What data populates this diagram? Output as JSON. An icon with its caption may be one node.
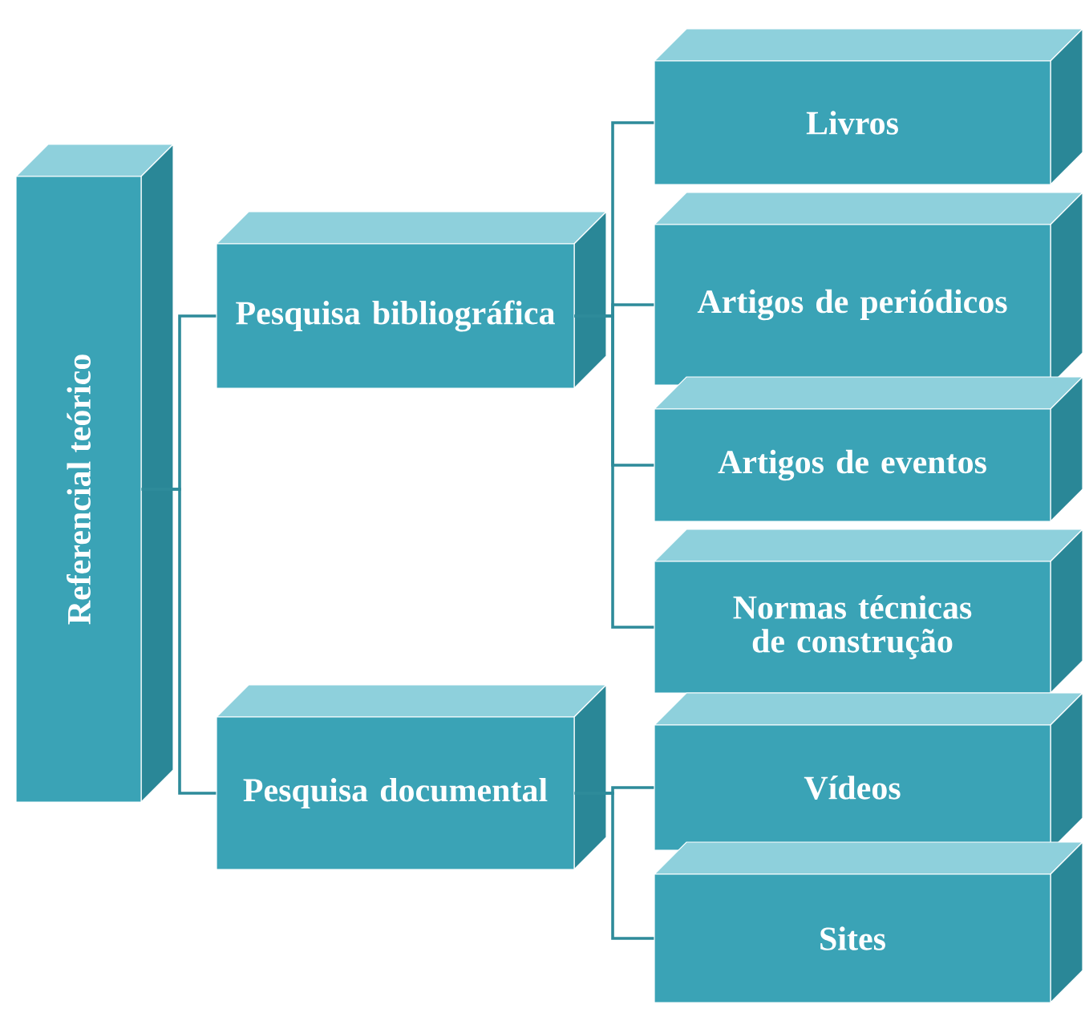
{
  "diagram": {
    "nodes": [
      {
        "text": [
          "Referencial teórico"
        ]
      },
      {
        "text": [
          "Pesquisa bibliográfica"
        ]
      },
      {
        "text": [
          "Pesquisa documental"
        ]
      },
      {
        "text": [
          "Livros"
        ]
      },
      {
        "text": [
          "Artigos de periódicos"
        ]
      },
      {
        "text": [
          "Artigos de eventos"
        ]
      },
      {
        "text": [
          "Normas técnicas de construção"
        ]
      },
      {
        "text": [
          "Vídeos"
        ]
      },
      {
        "text": [
          "Sites"
        ]
      }
    ],
    "edges": [
      {
        "from": 0,
        "to": 1,
        "arrow": "none"
      },
      {
        "from": 0,
        "to": 2,
        "arrow": "none"
      },
      {
        "from": 1,
        "to": 3,
        "arrow": "none"
      },
      {
        "from": 1,
        "to": 4,
        "arrow": "none"
      },
      {
        "from": 1,
        "to": 5,
        "arrow": "none"
      },
      {
        "from": 1,
        "to": 6,
        "arrow": "none"
      },
      {
        "from": 2,
        "to": 7,
        "arrow": "none"
      },
      {
        "from": 2,
        "to": 8,
        "arrow": "none"
      }
    ]
  }
}
